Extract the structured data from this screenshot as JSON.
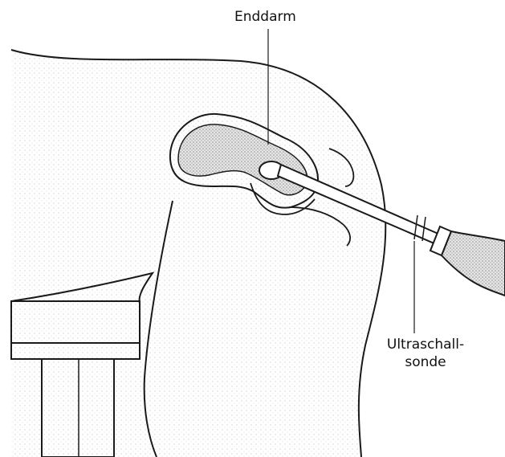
{
  "labels": {
    "rectum": "Enddarm",
    "probe_line1": "Ultraschall-",
    "probe_line2": "sonde"
  },
  "colors": {
    "line": "#1a1a1a",
    "stipple_light": "#d9d9d9",
    "stipple_dark": "#a6a6a6",
    "background": "#ffffff"
  }
}
